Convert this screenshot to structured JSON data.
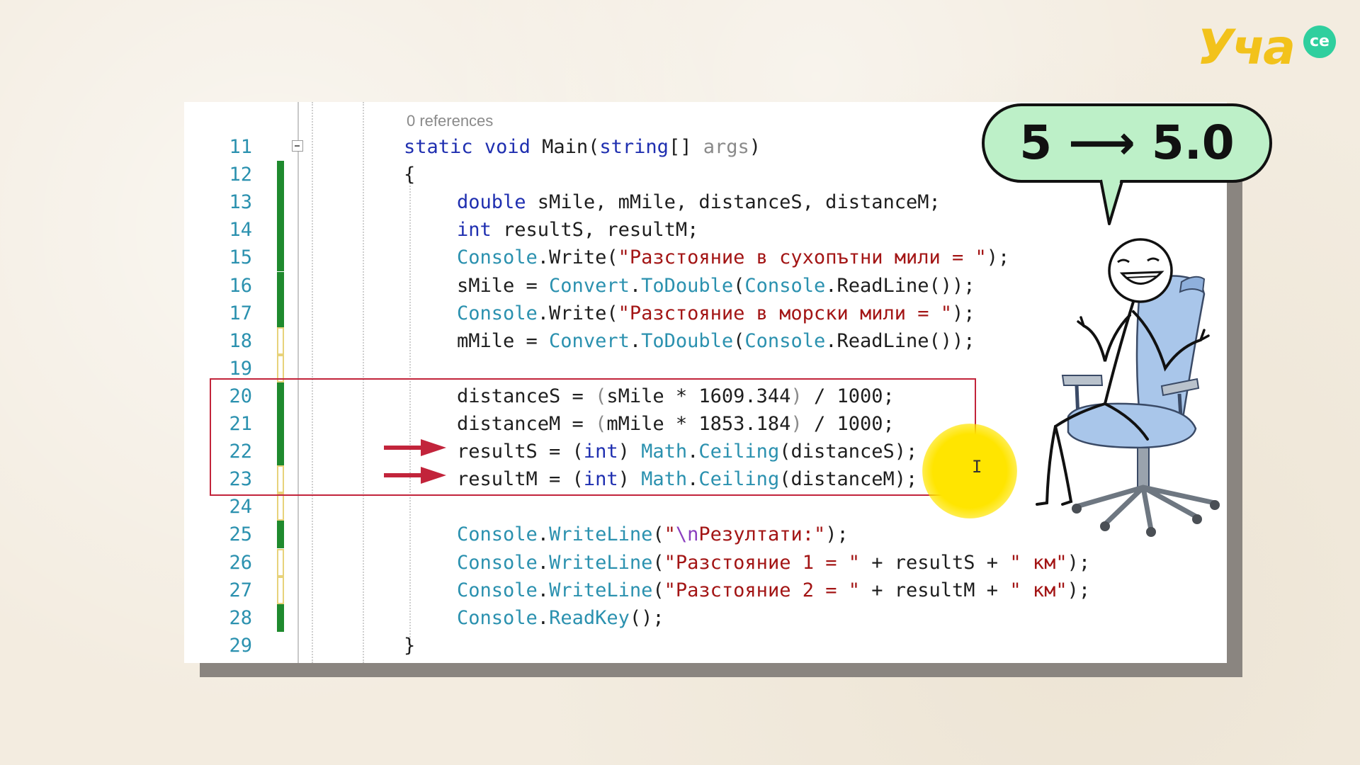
{
  "brand": {
    "name": "Уча",
    "badge": "се"
  },
  "bubble": {
    "text": "5 ⟶ 5.0"
  },
  "editor": {
    "codelens": "0 references",
    "lines": [
      {
        "num": "11",
        "change": "none",
        "fold": true,
        "indent": 1,
        "tokens": [
          {
            "t": "static",
            "c": "kw"
          },
          {
            "t": " ",
            "c": "pl"
          },
          {
            "t": "void",
            "c": "kw"
          },
          {
            "t": " ",
            "c": "pl"
          },
          {
            "t": "Main",
            "c": "mt"
          },
          {
            "t": "(",
            "c": "pl"
          },
          {
            "t": "string",
            "c": "kw"
          },
          {
            "t": "[] ",
            "c": "pl"
          },
          {
            "t": "args",
            "c": "par"
          },
          {
            "t": ")",
            "c": "pl"
          }
        ]
      },
      {
        "num": "12",
        "change": "saved",
        "indent": 1,
        "tokens": [
          {
            "t": "{",
            "c": "pl"
          }
        ]
      },
      {
        "num": "13",
        "change": "saved",
        "indent": 2,
        "tokens": [
          {
            "t": "double",
            "c": "kw"
          },
          {
            "t": " sMile, mMile, distanceS, distanceM;",
            "c": "pl"
          }
        ]
      },
      {
        "num": "14",
        "change": "saved",
        "indent": 2,
        "tokens": [
          {
            "t": "int",
            "c": "kw"
          },
          {
            "t": " resultS, resultM;",
            "c": "pl"
          }
        ]
      },
      {
        "num": "15",
        "change": "saved",
        "indent": 2,
        "tokens": [
          {
            "t": "Console",
            "c": "ty"
          },
          {
            "t": ".Write(",
            "c": "pl"
          },
          {
            "t": "\"Разстояние в сухопътни мили = \"",
            "c": "st"
          },
          {
            "t": ");",
            "c": "pl"
          }
        ]
      },
      {
        "num": "16",
        "change": "saved",
        "indent": 2,
        "tokens": [
          {
            "t": "sMile = ",
            "c": "pl"
          },
          {
            "t": "Convert",
            "c": "ty"
          },
          {
            "t": ".",
            "c": "pl"
          },
          {
            "t": "ToDouble",
            "c": "ty"
          },
          {
            "t": "(",
            "c": "pl"
          },
          {
            "t": "Console",
            "c": "ty"
          },
          {
            "t": ".ReadLine());",
            "c": "pl"
          }
        ]
      },
      {
        "num": "17",
        "change": "saved",
        "indent": 2,
        "tokens": [
          {
            "t": "Console",
            "c": "ty"
          },
          {
            "t": ".Write(",
            "c": "pl"
          },
          {
            "t": "\"Разстояние в морски мили = \"",
            "c": "st"
          },
          {
            "t": ");",
            "c": "pl"
          }
        ]
      },
      {
        "num": "18",
        "change": "unsaved",
        "indent": 2,
        "tokens": [
          {
            "t": "mMile = ",
            "c": "pl"
          },
          {
            "t": "Convert",
            "c": "ty"
          },
          {
            "t": ".",
            "c": "pl"
          },
          {
            "t": "ToDouble",
            "c": "ty"
          },
          {
            "t": "(",
            "c": "pl"
          },
          {
            "t": "Console",
            "c": "ty"
          },
          {
            "t": ".ReadLine());",
            "c": "pl"
          }
        ]
      },
      {
        "num": "19",
        "change": "unsaved",
        "indent": 2,
        "tokens": []
      },
      {
        "num": "20",
        "change": "saved",
        "indent": 2,
        "tokens": [
          {
            "t": "distanceS = ",
            "c": "pl"
          },
          {
            "t": "(",
            "c": "par"
          },
          {
            "t": "sMile * 1609.344",
            "c": "pl"
          },
          {
            "t": ")",
            "c": "par"
          },
          {
            "t": " / 1000;",
            "c": "pl"
          }
        ]
      },
      {
        "num": "21",
        "change": "saved",
        "indent": 2,
        "tokens": [
          {
            "t": "distanceM = ",
            "c": "pl"
          },
          {
            "t": "(",
            "c": "par"
          },
          {
            "t": "mMile * 1853.184",
            "c": "pl"
          },
          {
            "t": ")",
            "c": "par"
          },
          {
            "t": " / 1000;",
            "c": "pl"
          }
        ]
      },
      {
        "num": "22",
        "change": "saved",
        "indent": 2,
        "tokens": [
          {
            "t": "resultS = (",
            "c": "pl"
          },
          {
            "t": "int",
            "c": "kw"
          },
          {
            "t": ") ",
            "c": "pl"
          },
          {
            "t": "Math",
            "c": "ty"
          },
          {
            "t": ".",
            "c": "pl"
          },
          {
            "t": "Ceiling",
            "c": "ty"
          },
          {
            "t": "(distanceS);",
            "c": "pl"
          }
        ]
      },
      {
        "num": "23",
        "change": "unsaved",
        "indent": 2,
        "tokens": [
          {
            "t": "resultM = (",
            "c": "pl"
          },
          {
            "t": "int",
            "c": "kw"
          },
          {
            "t": ") ",
            "c": "pl"
          },
          {
            "t": "Math",
            "c": "ty"
          },
          {
            "t": ".",
            "c": "pl"
          },
          {
            "t": "Ceiling",
            "c": "ty"
          },
          {
            "t": "(distanceM);",
            "c": "pl"
          }
        ]
      },
      {
        "num": "24",
        "change": "unsaved",
        "indent": 2,
        "tokens": []
      },
      {
        "num": "25",
        "change": "saved",
        "indent": 2,
        "tokens": [
          {
            "t": "Console",
            "c": "ty"
          },
          {
            "t": ".",
            "c": "pl"
          },
          {
            "t": "WriteLine",
            "c": "ty"
          },
          {
            "t": "(",
            "c": "pl"
          },
          {
            "t": "\"",
            "c": "st"
          },
          {
            "t": "\\n",
            "c": "esc"
          },
          {
            "t": "Резултати:\"",
            "c": "st"
          },
          {
            "t": ");",
            "c": "pl"
          }
        ]
      },
      {
        "num": "26",
        "change": "unsaved",
        "indent": 2,
        "tokens": [
          {
            "t": "Console",
            "c": "ty"
          },
          {
            "t": ".",
            "c": "pl"
          },
          {
            "t": "WriteLine",
            "c": "ty"
          },
          {
            "t": "(",
            "c": "pl"
          },
          {
            "t": "\"Разстояние 1 = \"",
            "c": "st"
          },
          {
            "t": " + resultS + ",
            "c": "pl"
          },
          {
            "t": "\" км\"",
            "c": "st"
          },
          {
            "t": ");",
            "c": "pl"
          }
        ]
      },
      {
        "num": "27",
        "change": "unsaved",
        "indent": 2,
        "tokens": [
          {
            "t": "Console",
            "c": "ty"
          },
          {
            "t": ".",
            "c": "pl"
          },
          {
            "t": "WriteLine",
            "c": "ty"
          },
          {
            "t": "(",
            "c": "pl"
          },
          {
            "t": "\"Разстояние 2 = \"",
            "c": "st"
          },
          {
            "t": " + resultM + ",
            "c": "pl"
          },
          {
            "t": "\" км\"",
            "c": "st"
          },
          {
            "t": ");",
            "c": "pl"
          }
        ]
      },
      {
        "num": "28",
        "change": "saved",
        "indent": 2,
        "tokens": [
          {
            "t": "Console",
            "c": "ty"
          },
          {
            "t": ".",
            "c": "pl"
          },
          {
            "t": "ReadKey",
            "c": "ty"
          },
          {
            "t": "();",
            "c": "pl"
          }
        ]
      },
      {
        "num": "29",
        "change": "none",
        "indent": 1,
        "tokens": [
          {
            "t": "}",
            "c": "pl"
          }
        ]
      }
    ]
  }
}
